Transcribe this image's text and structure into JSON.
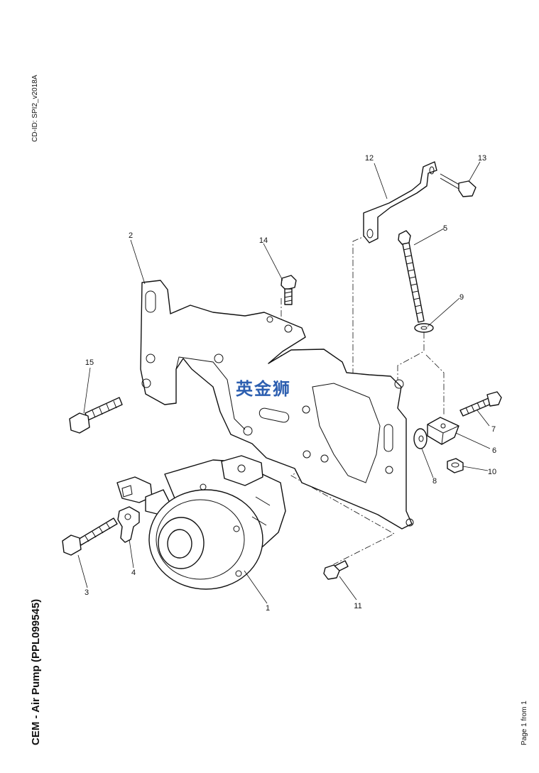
{
  "header": {
    "cd_id": "CD-ID: SPI2_v2018A"
  },
  "footer": {
    "title": "CEM - Air Pump (PPL099545)",
    "page": "Page 1 from 1"
  },
  "watermark": {
    "text": "英金狮"
  },
  "callouts": {
    "c1": "1",
    "c2": "2",
    "c3": "3",
    "c4": "4",
    "c5": "5",
    "c6": "6",
    "c7": "7",
    "c8": "8",
    "c9": "9",
    "c10": "10",
    "c11": "11",
    "c12": "12",
    "c13": "13",
    "c14": "14",
    "c15": "15"
  }
}
